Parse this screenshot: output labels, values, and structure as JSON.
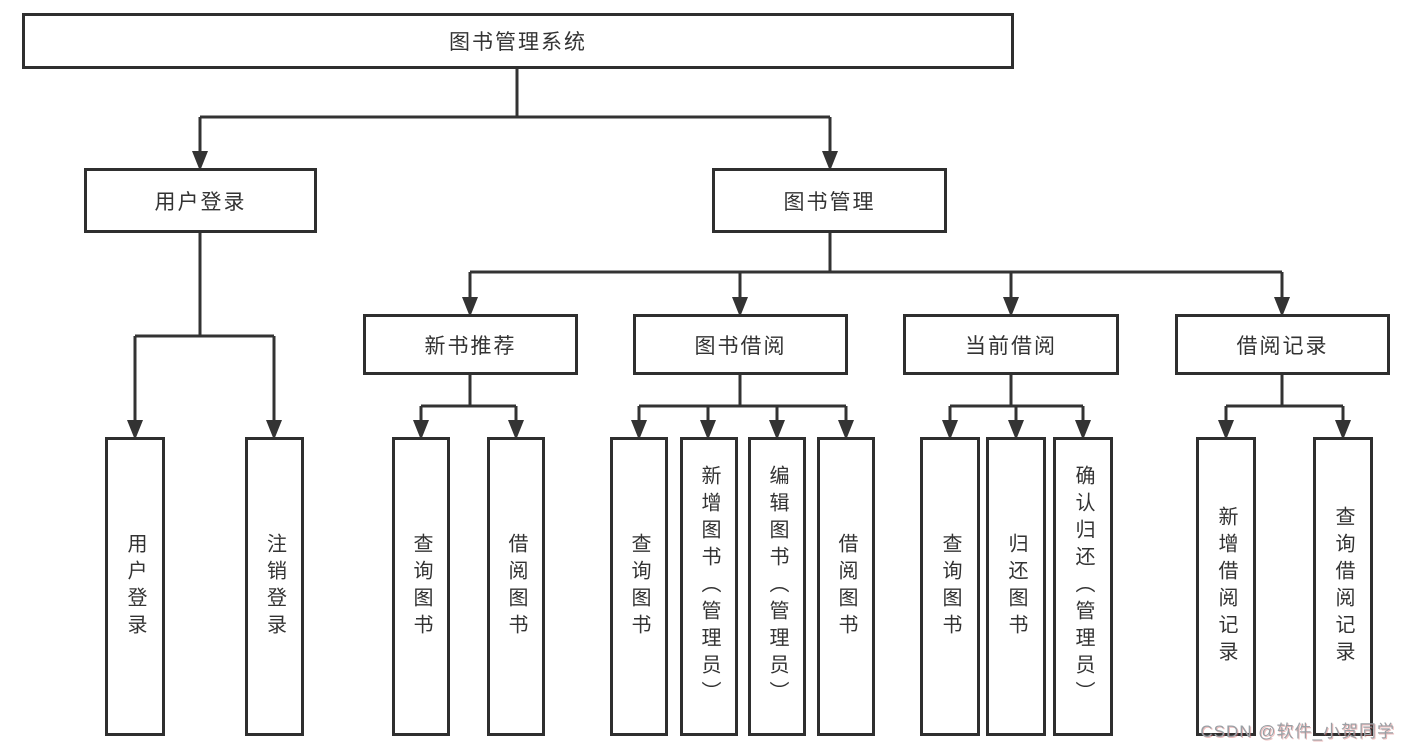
{
  "tree": {
    "root": {
      "label": "图书管理系统"
    },
    "children": [
      {
        "label": "用户登录",
        "children": [
          {
            "label": "用户登录"
          },
          {
            "label": "注销登录"
          }
        ]
      },
      {
        "label": "图书管理",
        "children": [
          {
            "label": "新书推荐",
            "children": [
              {
                "label": "查询图书"
              },
              {
                "label": "借阅图书"
              }
            ]
          },
          {
            "label": "图书借阅",
            "children": [
              {
                "label": "查询图书"
              },
              {
                "label": "新增图书（管理员）"
              },
              {
                "label": "编辑图书（管理员）"
              },
              {
                "label": "借阅图书"
              }
            ]
          },
          {
            "label": "当前借阅",
            "children": [
              {
                "label": "查询图书"
              },
              {
                "label": "归还图书"
              },
              {
                "label": "确认归还（管理员）"
              }
            ]
          },
          {
            "label": "借阅记录",
            "children": [
              {
                "label": "新增借阅记录"
              },
              {
                "label": "查询借阅记录"
              }
            ]
          }
        ]
      }
    ]
  },
  "watermark": {
    "text": "CSDN @软件_小贺同学"
  },
  "colors": {
    "line": "#333333",
    "box_border": "#2f2f2f",
    "text": "#333333",
    "background": "#ffffff",
    "watermark": "#9aa0a5"
  }
}
